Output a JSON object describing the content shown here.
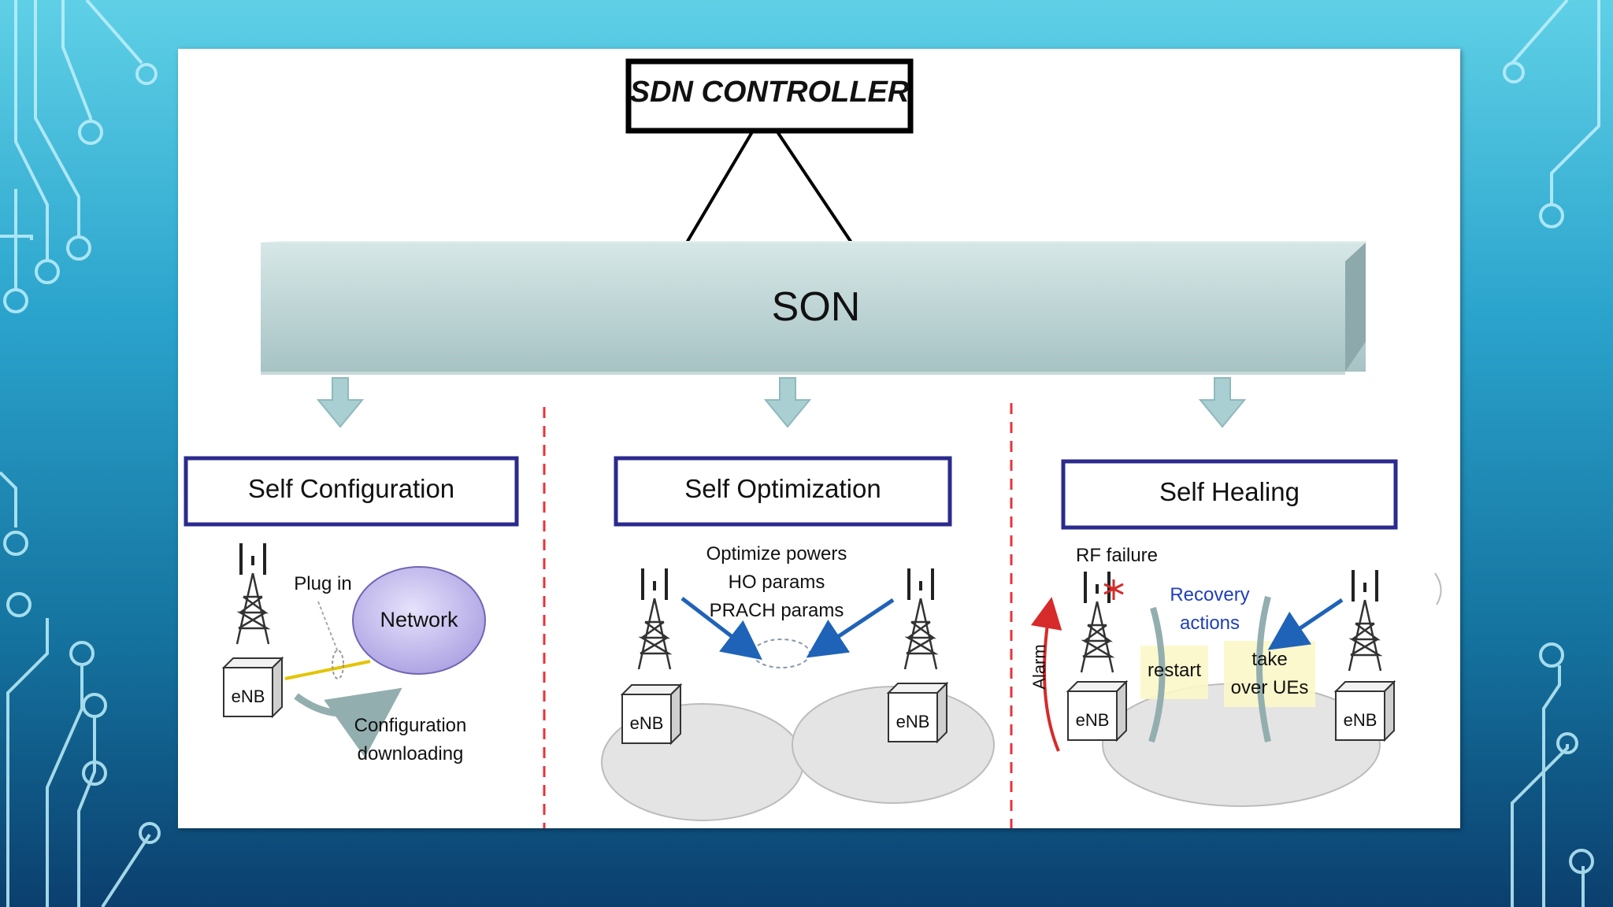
{
  "controller": {
    "label": "SDN CONTROLLER"
  },
  "son": {
    "label": "SON"
  },
  "sections": [
    {
      "title": "Self Configuration"
    },
    {
      "title": "Self Optimization"
    },
    {
      "title": "Self Healing"
    }
  ],
  "self_configuration": {
    "enb_label": "eNB",
    "plug_in": "Plug in",
    "network": "Network",
    "config_line1": "Configuration",
    "config_line2": "downloading"
  },
  "self_optimization": {
    "line1": "Optimize powers",
    "line2": "HO params",
    "line3": "PRACH params",
    "enb_label": "eNB"
  },
  "self_healing": {
    "rf_failure": "RF failure",
    "recovery_line1": "Recovery",
    "recovery_line2": "actions",
    "alarm": "Alarm",
    "restart": "restart",
    "take_line1": "take",
    "take_line2": "over UEs",
    "enb_label": "eNB"
  },
  "colors": {
    "section_border": "#2b2a8c",
    "divider": "#e8333a",
    "arrow_blue": "#1f63b8",
    "son_bar": "#bcd3d4",
    "down_arrow": "#a9cfd2"
  }
}
